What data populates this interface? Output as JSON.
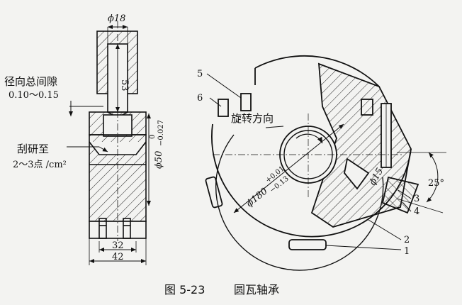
{
  "figure": {
    "caption_number": "图 5-23",
    "caption_title": "圆瓦轴承"
  },
  "left_view": {
    "dim_bore_dia": "ϕ18",
    "dim_depth": "53",
    "clearance_label": "径向总间隙",
    "clearance_value": "0.10～0.15",
    "scraping_label": "刮研至",
    "scraping_value": "2～3点 /cm²",
    "dim_shaft_dia": "ϕ50",
    "dim_shaft_tol_upper": "0",
    "dim_shaft_tol_lower": "−0.027",
    "dim_width_inner": "32",
    "dim_width_outer": "42"
  },
  "right_view": {
    "rotation_label": "旋转方向",
    "dim_housing_dia": "ϕ180",
    "dim_housing_tol_upper": "+0.01",
    "dim_housing_tol_lower": "−0.13",
    "dim_pin_dia": "ϕ15",
    "angle": "25°",
    "part_labels": [
      "1",
      "2",
      "3",
      "4",
      "5",
      "6"
    ]
  },
  "colors": {
    "line": "#111111",
    "background": "#f3f3f1"
  }
}
